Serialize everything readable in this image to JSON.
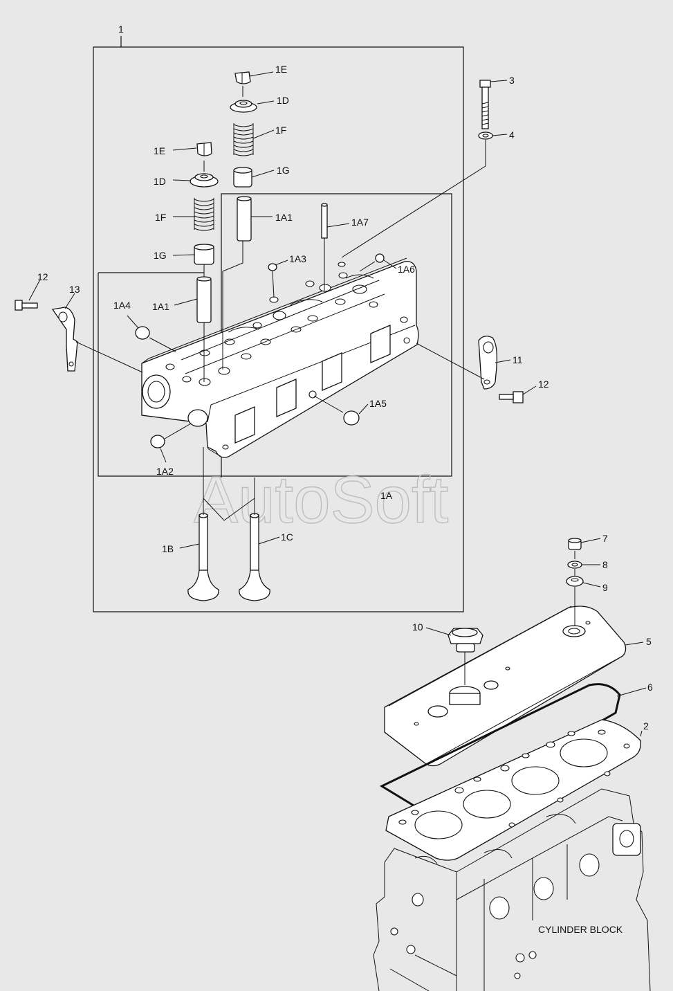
{
  "watermark": "AutoSoft",
  "labels": {
    "l1": "1",
    "l1E_a": "1E",
    "l1D_a": "1D",
    "l1F_a": "1F",
    "l1G_a": "1G",
    "l1E_b": "1E",
    "l1D_b": "1D",
    "l1F_b": "1F",
    "l1G_b": "1G",
    "l1A1_a": "1A1",
    "l1A7": "1A7",
    "l1A3": "1A3",
    "l1A6": "1A6",
    "l1A4": "1A4",
    "l1A1_b": "1A1",
    "l1A5": "1A5",
    "l1A2": "1A2",
    "l1A": "1A",
    "l1B": "1B",
    "l1C": "1C",
    "l2": "2",
    "l3": "3",
    "l4": "4",
    "l5": "5",
    "l6": "6",
    "l7": "7",
    "l8": "8",
    "l9": "9",
    "l10": "10",
    "l11": "11",
    "l12_a": "12",
    "l12_b": "12",
    "l13": "13",
    "cylinder_block": "CYLINDER BLOCK"
  }
}
